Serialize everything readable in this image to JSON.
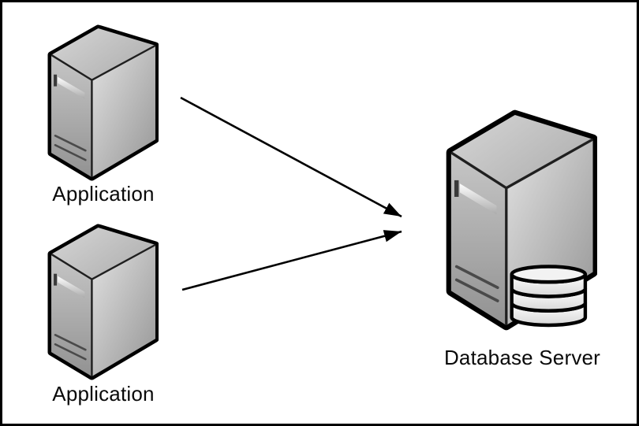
{
  "page": {
    "background": "#ffffff",
    "frame_border_color": "#000000"
  },
  "diagram": {
    "type": "architecture-diagram",
    "nodes": [
      {
        "id": "app-1",
        "label": "Application",
        "icon": "server-icon"
      },
      {
        "id": "app-2",
        "label": "Application",
        "icon": "server-icon"
      },
      {
        "id": "db",
        "label": "Database Server",
        "icon": "database-server-icon"
      }
    ],
    "edges": [
      {
        "id": "edge-1",
        "from": "app-1",
        "to": "db",
        "type": "arrow",
        "color": "#000000"
      },
      {
        "id": "edge-2",
        "from": "app-2",
        "to": "db",
        "type": "arrow",
        "color": "#000000"
      }
    ],
    "colors": {
      "outline": "#000000",
      "top_face_light": "#d6d6d6",
      "top_face_dark": "#b0b0b0",
      "left_face_light": "#c6c6c6",
      "left_face_dark": "#929292",
      "right_face_light": "#e2e2e2",
      "right_face_dark": "#959595",
      "vent_light": "#fdfdfd",
      "vent_dark": "#ababab",
      "disk_light": "#ffffff",
      "disk_dark": "#d8d8d8",
      "label_text": "#0a0a0a"
    }
  }
}
